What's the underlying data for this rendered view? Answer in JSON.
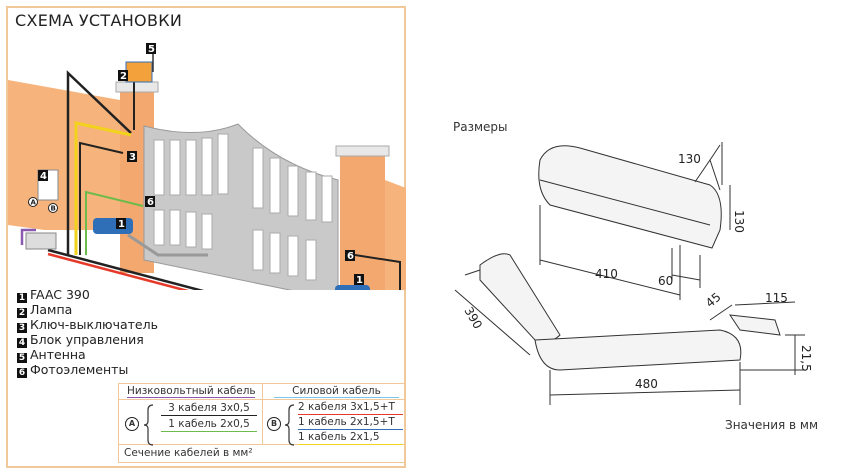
{
  "title": "СХЕМА УСТАНОВКИ",
  "legend": [
    {
      "num": "1",
      "label": "FAAC 390"
    },
    {
      "num": "2",
      "label": "Лампа"
    },
    {
      "num": "3",
      "label": "Ключ-выключатель"
    },
    {
      "num": "4",
      "label": "Блок управления"
    },
    {
      "num": "5",
      "label": "Антенна"
    },
    {
      "num": "6",
      "label": "Фотоэлементы"
    }
  ],
  "diagram_markers": [
    "1",
    "2",
    "3",
    "4",
    "5",
    "6",
    "6",
    "1",
    "A",
    "B"
  ],
  "cable_table": {
    "low_voltage_header": "Низковольтный кабель",
    "power_header": "Силовой кабель",
    "a_marker": "A",
    "b_marker": "B",
    "low_voltage": [
      "3 кабеля 3x0,5",
      "1 кабель 2x0,5"
    ],
    "power": [
      "2 кабеля 3x1,5+T",
      "1 кабель 2x1,5+T",
      "1 кабель 2x1,5"
    ],
    "footer": "Сечение кабелей в мм²",
    "colors": {
      "low1": "#222222",
      "low2": "#6dbb4a",
      "p1": "#e53a2a",
      "p2": "#2f6fb8",
      "p3": "#f2d21b",
      "lvh": "#8a5ab0",
      "ph": "#7cc7e8"
    }
  },
  "dimensions": {
    "title": "Размеры",
    "values": [
      "130",
      "130",
      "410",
      "60",
      "390",
      "45",
      "115",
      "480",
      "21,5"
    ],
    "units": "Значения в мм"
  }
}
